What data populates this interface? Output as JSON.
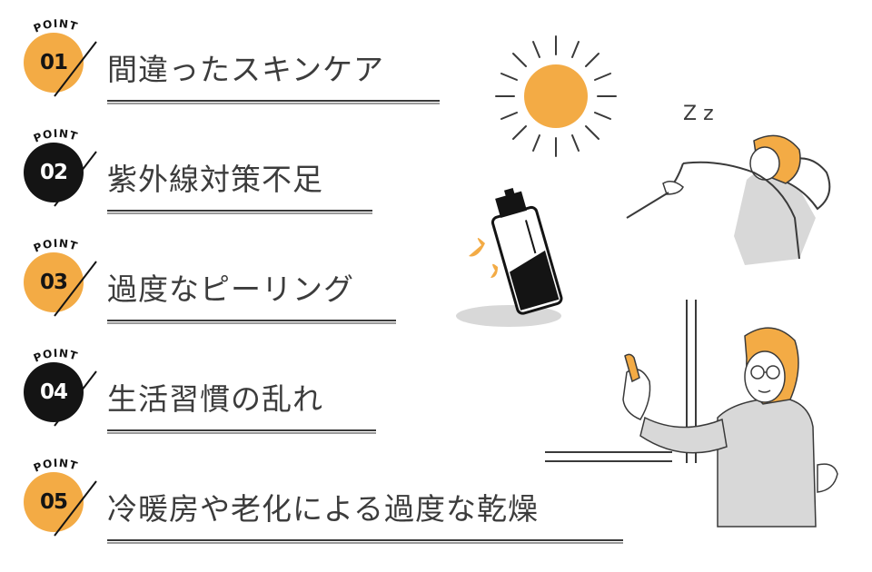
{
  "colors": {
    "accent_orange": "#f3ab45",
    "badge_black": "#141414",
    "text": "#3c3c3c",
    "illustration_gray": "#d8d8d8"
  },
  "points": [
    {
      "tag": "POINT",
      "number": "01",
      "label": "間違ったスキンケア",
      "style": "orange"
    },
    {
      "tag": "POINT",
      "number": "02",
      "label": "紫外線対策不足",
      "style": "black"
    },
    {
      "tag": "POINT",
      "number": "03",
      "label": "過度なピーリング",
      "style": "orange"
    },
    {
      "tag": "POINT",
      "number": "04",
      "label": "生活習慣の乱れ",
      "style": "black"
    },
    {
      "tag": "POINT",
      "number": "05",
      "label": "冷暖房や老化による過度な乾燥",
      "style": "orange"
    }
  ],
  "illustration": {
    "icons": [
      "sun-icon",
      "spray-bottle-icon",
      "sleeping-person-icon",
      "teacher-pointing-icon"
    ],
    "sleep_letters": "Z z"
  }
}
